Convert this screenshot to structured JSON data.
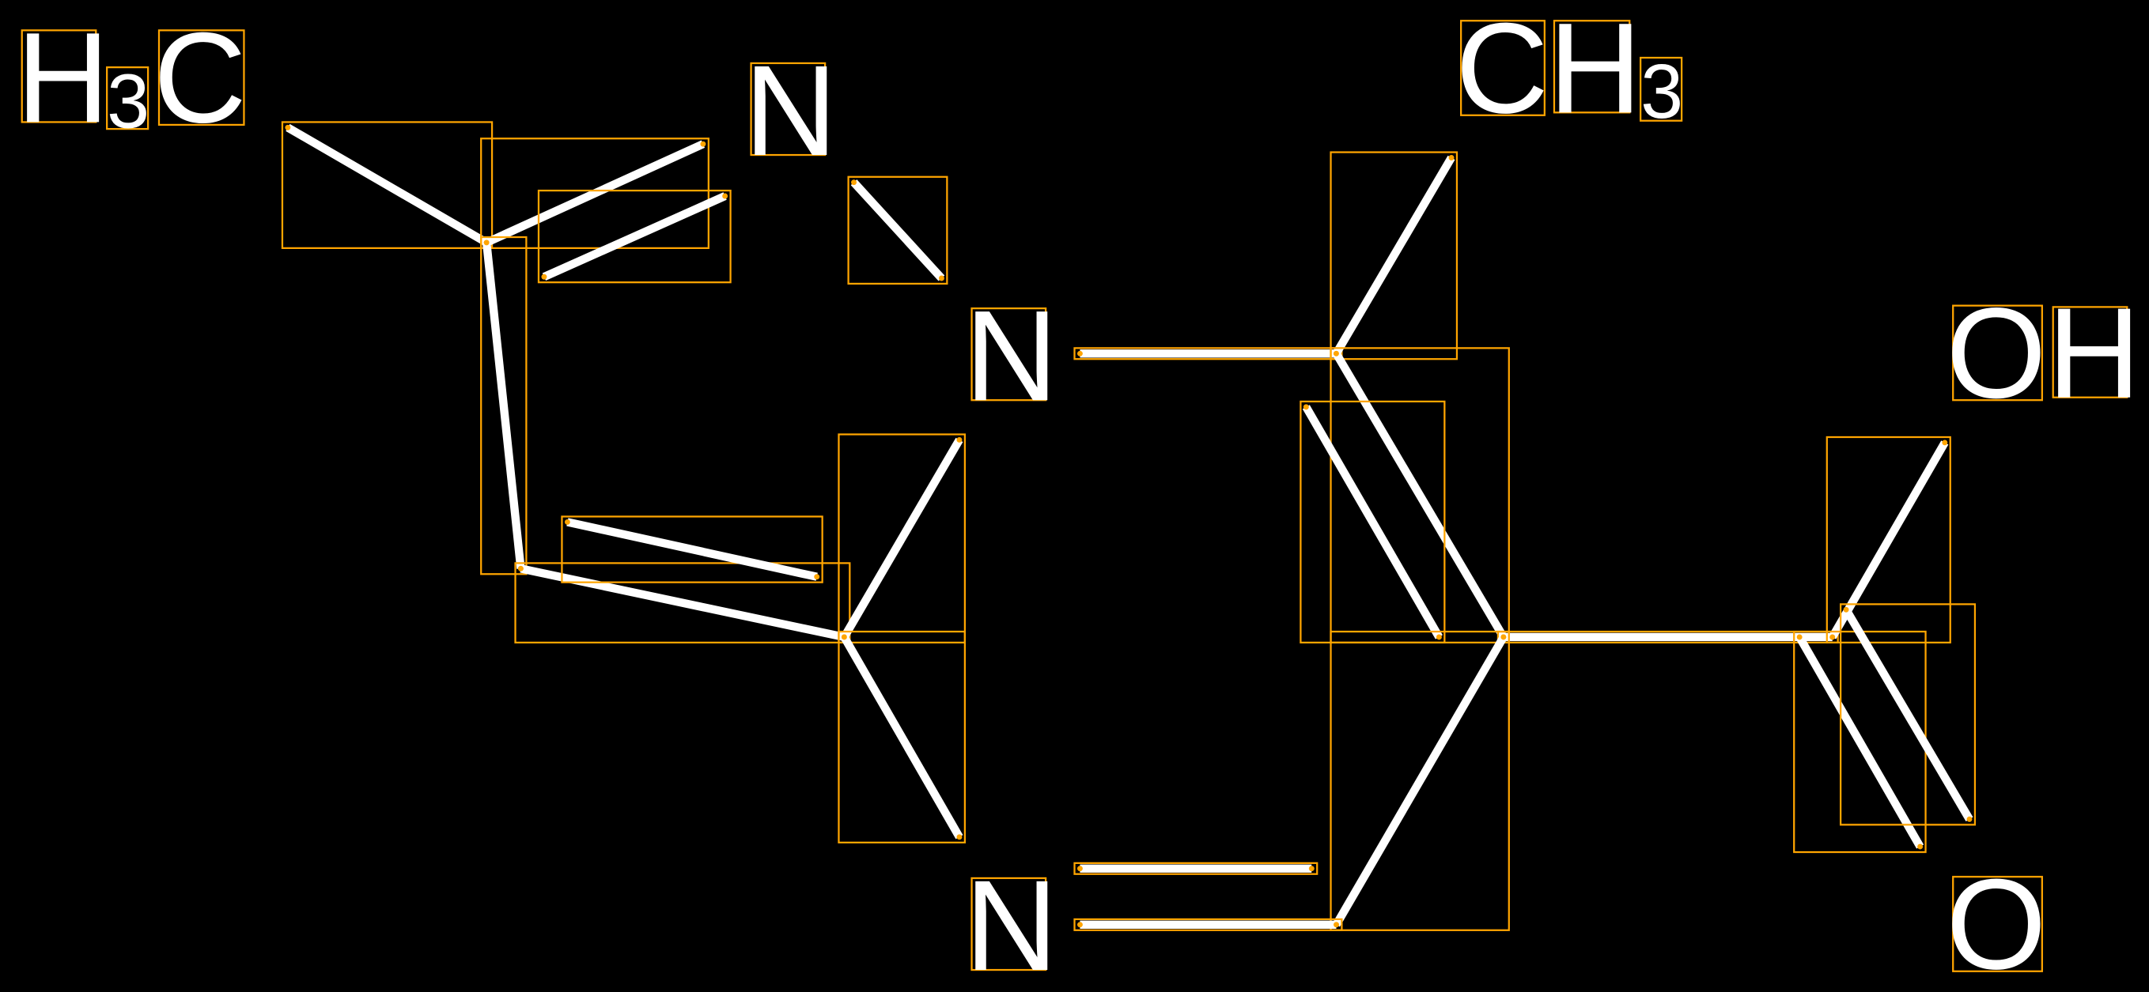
{
  "diagram": {
    "type": "chemical-structure",
    "labels": {
      "h3c_h": "H",
      "h3c_3": "3",
      "h3c_c": "C",
      "n_top": "N",
      "n_mid": "N",
      "ch3_c": "C",
      "ch3_h": "H",
      "ch3_3": "3",
      "oh_o": "O",
      "oh_h": "H",
      "n_bottom": "N",
      "o_bottom": "O"
    },
    "colors": {
      "background": "#000000",
      "bond": "#FFFFFF",
      "annotation_box": "#FFA500"
    }
  }
}
